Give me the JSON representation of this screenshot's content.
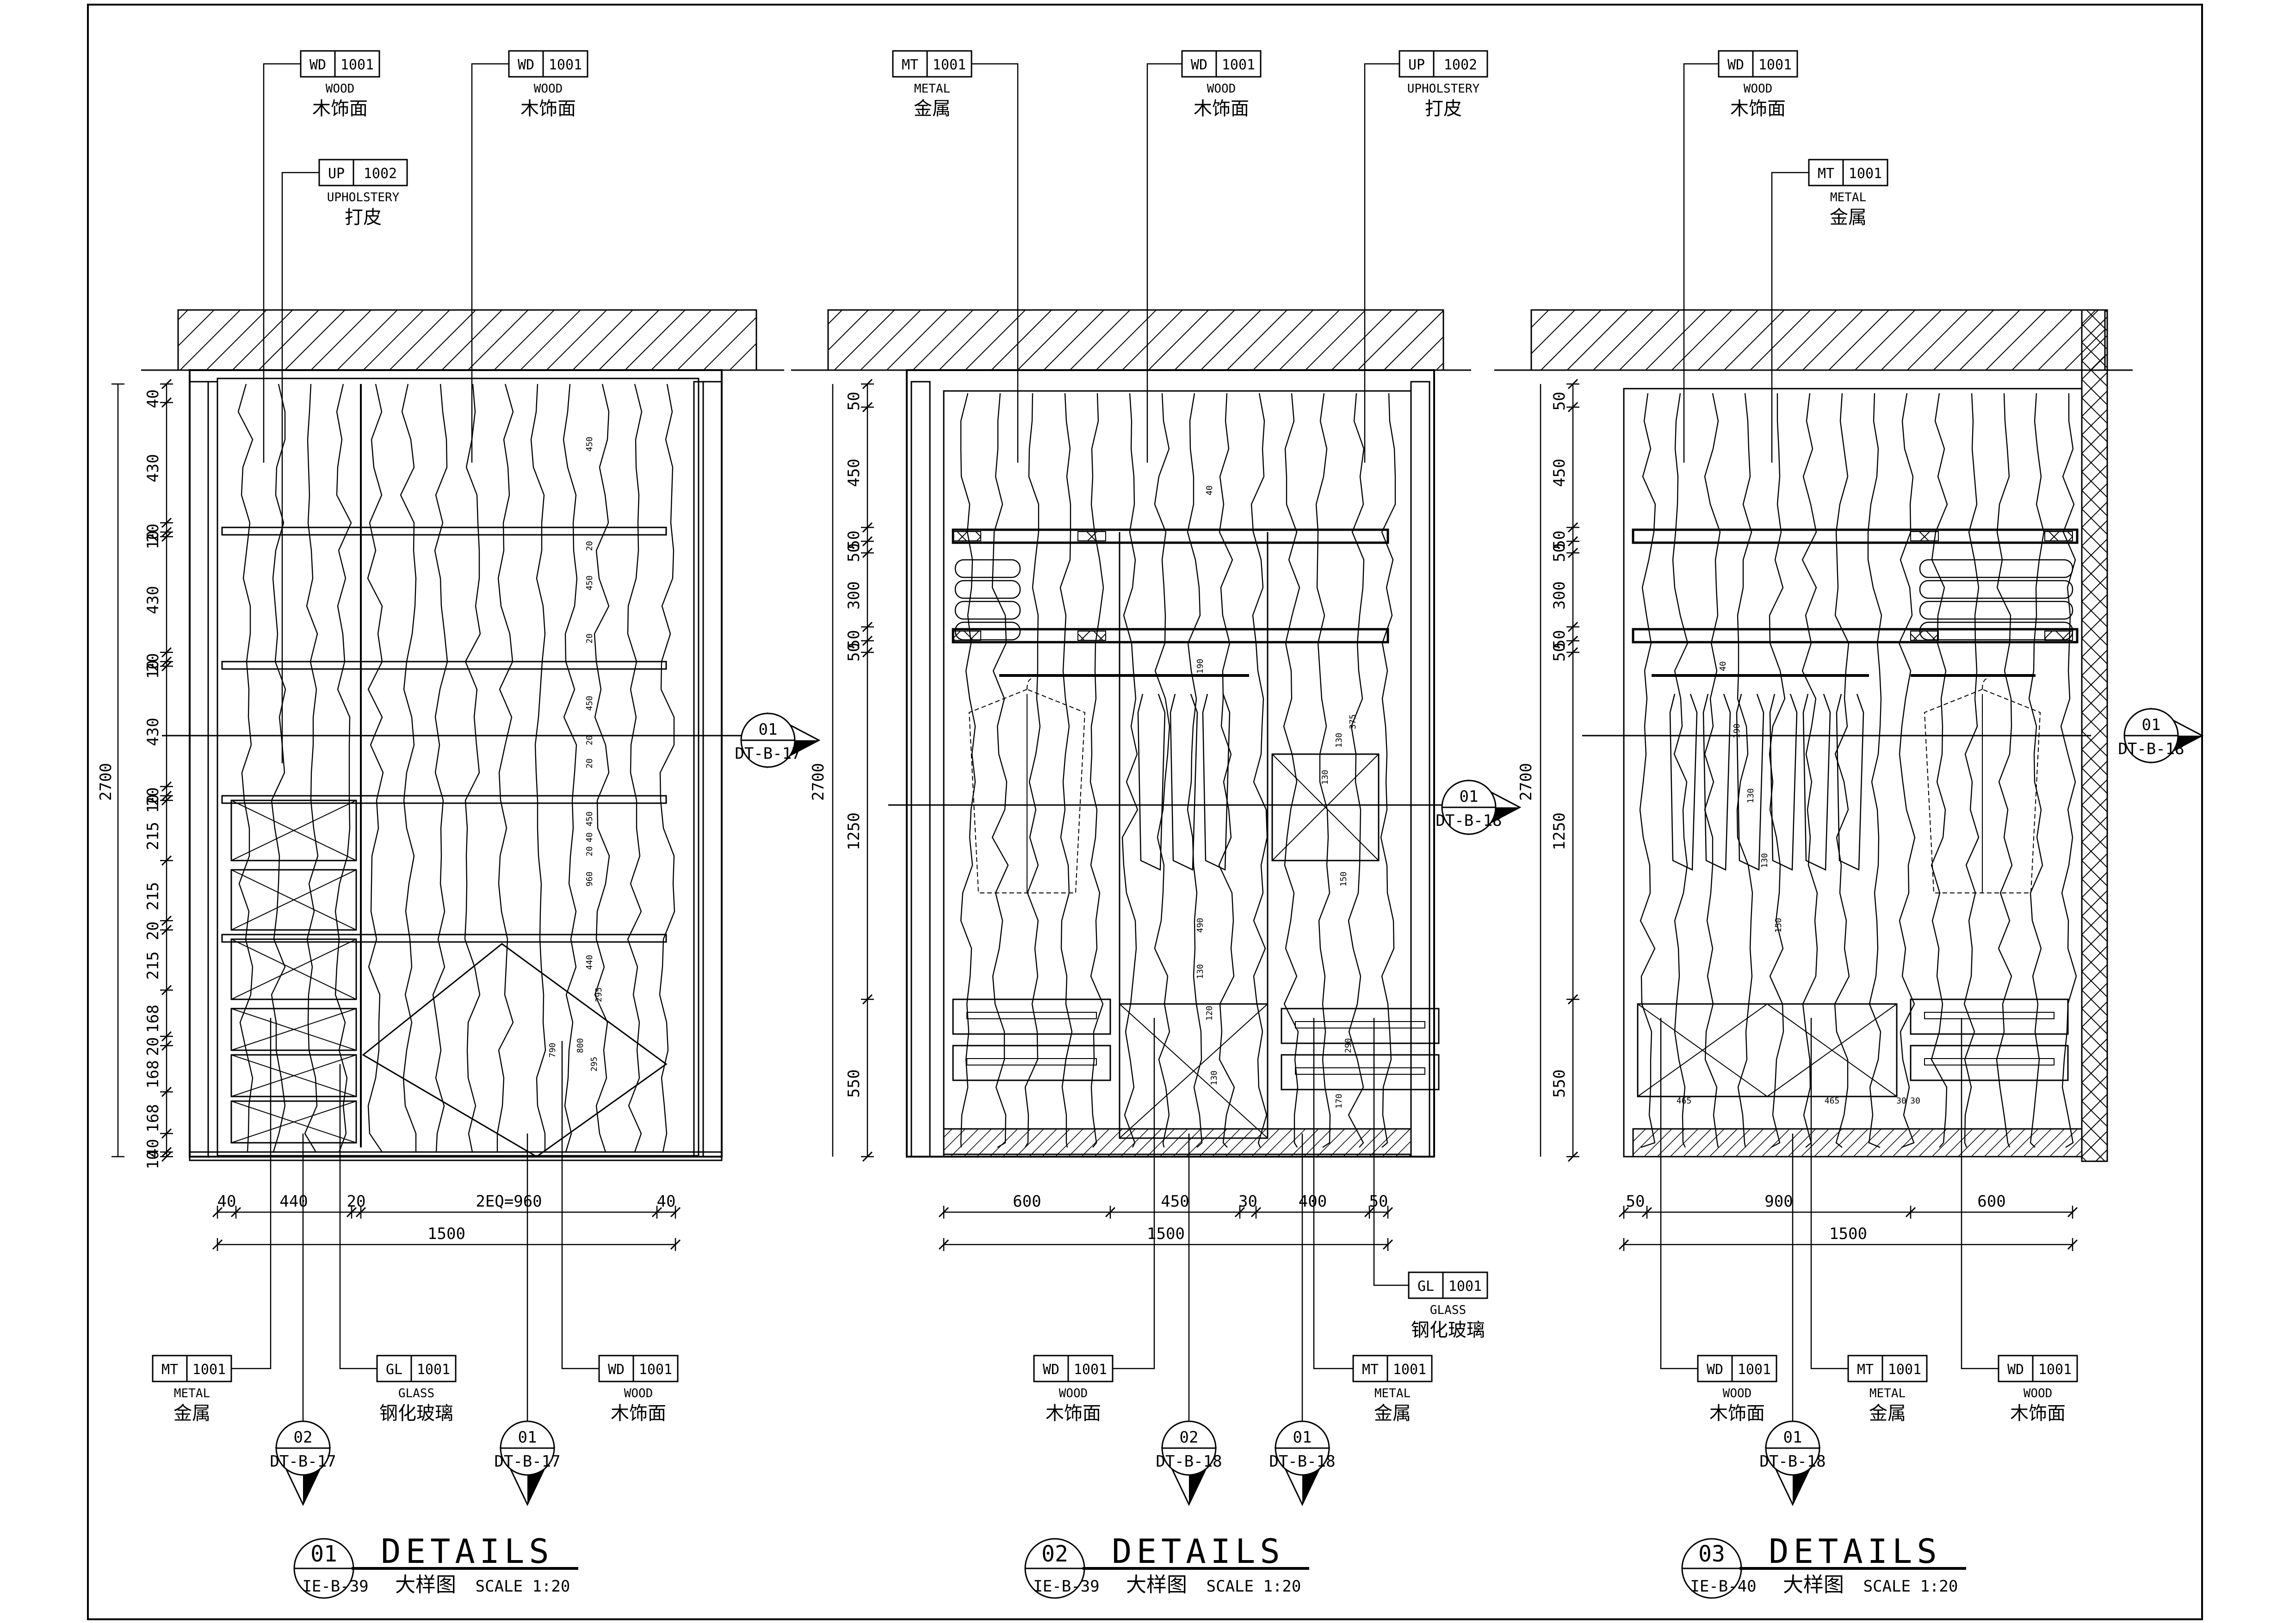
{
  "tags": {
    "wd": {
      "code": "WD",
      "num": "1001",
      "en": "WOOD",
      "cn": "木饰面"
    },
    "up": {
      "code": "UP",
      "num": "1002",
      "en": "UPHOLSTERY",
      "cn": "打皮"
    },
    "mt": {
      "code": "MT",
      "num": "1001",
      "en": "METAL",
      "cn": "金属"
    },
    "gl": {
      "code": "GL",
      "num": "1001",
      "en": "GLASS",
      "cn": "钢化玻璃"
    }
  },
  "elevation1": {
    "height_label": "2700",
    "vdims": [
      "40",
      "430",
      "20",
      "10",
      "430",
      "20",
      "10",
      "430",
      "20",
      "10",
      "215",
      "215",
      "20",
      "215",
      "168",
      "20",
      "168",
      "168",
      "40",
      "10"
    ],
    "hdims": [
      "40",
      "440",
      "20",
      "2EQ=960",
      "40"
    ],
    "total": "1500",
    "inner": [
      "450",
      "20",
      "450",
      "20",
      "450",
      "20",
      "20",
      "450",
      "20",
      "790",
      "800",
      "40",
      "960",
      "440",
      "295",
      "295"
    ],
    "sections": [
      {
        "num": "01",
        "ref": "DT-B-17"
      },
      {
        "num": "02",
        "ref": "DT-B-17"
      },
      {
        "num": "01",
        "ref": "DT-B-17"
      }
    ],
    "title": {
      "num": "01",
      "word": "DETAILS",
      "ref": "IE-B-39",
      "cn": "大样图",
      "scale": "SCALE 1:20"
    }
  },
  "elevation2": {
    "height_label": "2700",
    "vdims": [
      "50",
      "450",
      "50",
      "50",
      "300",
      "50",
      "50",
      "1250",
      "550"
    ],
    "hdims": [
      "600",
      "450",
      "30",
      "400",
      "50"
    ],
    "total": "1500",
    "inner": [
      "40",
      "190",
      "375",
      "130",
      "130",
      "150",
      "490",
      "130",
      "120",
      "130",
      "170",
      "290"
    ],
    "sections": [
      {
        "num": "01",
        "ref": "DT-B-18"
      },
      {
        "num": "02",
        "ref": "DT-B-18"
      },
      {
        "num": "01",
        "ref": "DT-B-18"
      }
    ],
    "title": {
      "num": "02",
      "word": "DETAILS",
      "ref": "IE-B-39",
      "cn": "大样图",
      "scale": "SCALE 1:20"
    }
  },
  "elevation3": {
    "height_label": "2700",
    "vdims": [
      "50",
      "450",
      "50",
      "50",
      "300",
      "50",
      "50",
      "1250",
      "550"
    ],
    "hdims": [
      "50",
      "900",
      "1500",
      "600"
    ],
    "total": "1500",
    "inner": [
      "40",
      "190",
      "130",
      "130",
      "150",
      "465",
      "465",
      "30",
      "30"
    ],
    "sections": [
      {
        "num": "01",
        "ref": "DT-B-18"
      },
      {
        "num": "01",
        "ref": "DT-B-18"
      }
    ],
    "title": {
      "num": "03",
      "word": "DETAILS",
      "ref": "IE-B-40",
      "cn": "大样图",
      "scale": "SCALE 1:20"
    }
  }
}
